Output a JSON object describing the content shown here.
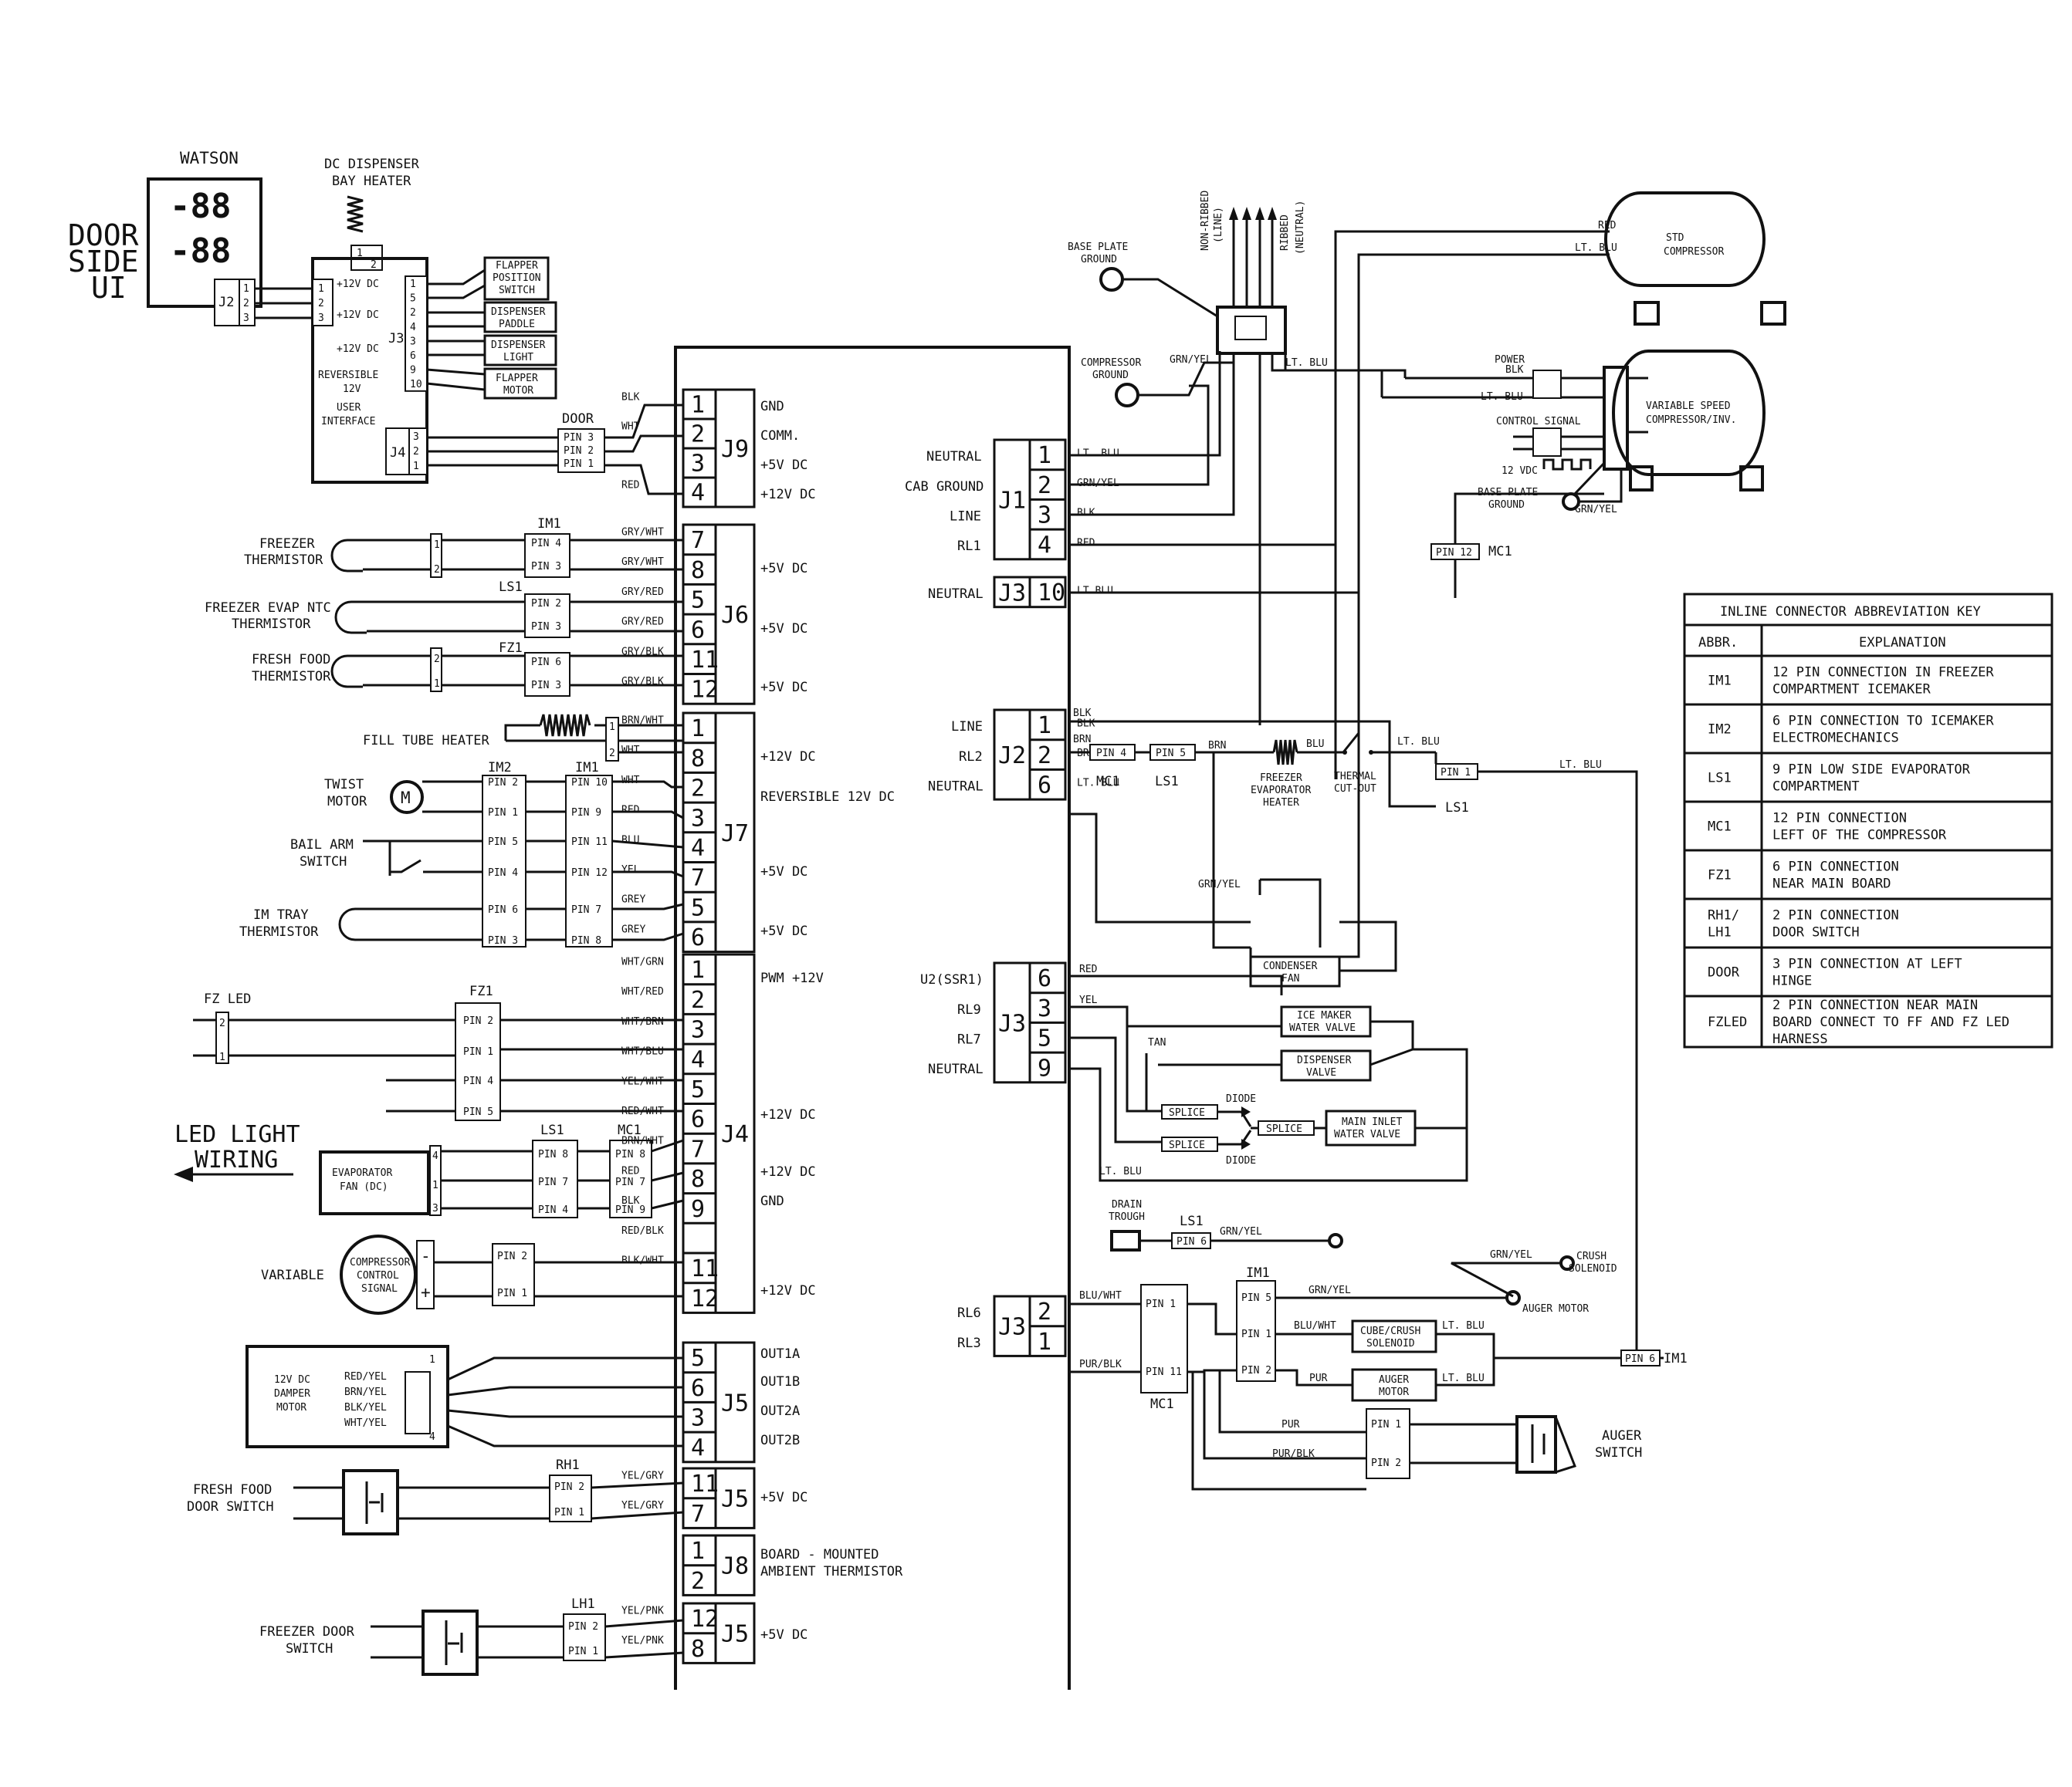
{
  "left_panel": {
    "door_side_ui": [
      "DOOR",
      "SIDE",
      "UI"
    ],
    "watson": "WATSON",
    "display_digits": [
      "-88",
      "-88"
    ],
    "ui_j2_label": "J2",
    "ui_j2_pins": [
      "1",
      "2",
      "3"
    ],
    "dispenser_heater": [
      "DC DISPENSER",
      "BAY HEATER"
    ],
    "ui_pin_labels": [
      "1",
      "2"
    ],
    "ui_board_left_pins": [
      "1",
      "2",
      "3"
    ],
    "ui_board_voltages": [
      "+12V DC",
      "+12V DC",
      "+12V DC"
    ],
    "ui_board_reversible": [
      "REVERSIBLE",
      "12V"
    ],
    "ui_board_label": [
      "USER",
      "INTERFACE"
    ],
    "ui_j3_label": "J3",
    "ui_j3_pins": [
      "1",
      "5",
      "2",
      "4",
      "3",
      "6",
      "9",
      "10"
    ],
    "ui_j4_label": "J4",
    "ui_j4_pins": [
      "3",
      "2",
      "1"
    ],
    "ui_devices": [
      [
        "FLAPPER",
        "POSITION",
        "SWITCH"
      ],
      [
        "DISPENSER",
        "PADDLE"
      ],
      [
        "DISPENSER",
        "LIGHT"
      ],
      [
        "FLAPPER",
        "MOTOR"
      ]
    ],
    "door_conn": "DOOR",
    "door_pins": [
      "PIN 3",
      "PIN 2",
      "PIN 1"
    ],
    "freezer_thermistor": [
      "FREEZER",
      "THERMISTOR"
    ],
    "im1": "IM1",
    "im1_pins_a": [
      "PIN 4",
      "PIN 3"
    ],
    "freezer_evap": [
      "FREEZER EVAP NTC",
      "THERMISTOR"
    ],
    "ls1": "LS1",
    "ls1_pins_a": [
      "PIN 2",
      "PIN 3"
    ],
    "fresh_food_thermistor": [
      "FRESH FOOD",
      "THERMISTOR"
    ],
    "fz1": "FZ1",
    "fz1_pins_a": [
      "PIN 6",
      "PIN 3"
    ],
    "fill_tube_heater": "FILL TUBE HEATER",
    "twist_motor": [
      "TWIST",
      "MOTOR"
    ],
    "motor_symbol": "M",
    "bail_arm": [
      "BAIL ARM",
      "SWITCH"
    ],
    "im_tray": [
      "IM TRAY",
      "THERMISTOR"
    ],
    "im2": "IM2",
    "im2_pins": [
      "PIN 2",
      "PIN 1",
      "PIN 5",
      "PIN 4",
      "PIN 6",
      "PIN 3"
    ],
    "im1_pins_b": [
      "PIN 10",
      "PIN 9",
      "PIN 11",
      "PIN 12",
      "PIN 7",
      "PIN 8"
    ],
    "fz_led": "FZ LED",
    "fz1_pins_b": [
      "PIN 2",
      "PIN 1",
      "PIN 4",
      "PIN 5"
    ],
    "led_light": [
      "LED LIGHT",
      "WIRING"
    ],
    "evap_fan": [
      "EVAPORATOR",
      "FAN (DC)"
    ],
    "evap_fan_pins": [
      "4",
      "1",
      "3"
    ],
    "ls1_pins_b": [
      "PIN 8",
      "PIN 7",
      "PIN 4"
    ],
    "mc1": "MC1",
    "mc1_pins_a": [
      "PIN 8",
      "PIN 7",
      "PIN 9"
    ],
    "variable": "VARIABLE",
    "compressor_control": [
      "COMPRESSOR",
      "CONTROL",
      "SIGNAL"
    ],
    "sig_polarity": [
      "-",
      "+"
    ],
    "variable_pins": [
      "PIN 2",
      "PIN 1"
    ],
    "damper_motor": [
      "12V DC",
      "DAMPER",
      "MOTOR"
    ],
    "damper_wires": [
      "RED/YEL",
      "BRN/YEL",
      "BLK/YEL",
      "WHT/YEL"
    ],
    "damper_pin_nums": [
      "1",
      "4"
    ],
    "fresh_food_door": [
      "FRESH FOOD",
      "DOOR SWITCH"
    ],
    "rh1": "RH1",
    "rh1_pins": [
      "PIN 2",
      "PIN 1"
    ],
    "freezer_door": [
      "FREEZER DOOR",
      "SWITCH"
    ],
    "lh1": "LH1",
    "lh1_pins": [
      "PIN 2",
      "PIN 1"
    ]
  },
  "main_board": {
    "left_connectors": [
      {
        "label": "J9",
        "pins": [
          "1",
          "2",
          "3",
          "4"
        ],
        "wires": [
          "BLK",
          "WHT",
          "",
          "RED"
        ],
        "desc": [
          "GND",
          "COMM.",
          "+5V DC",
          "+12V DC"
        ]
      },
      {
        "label": "J6",
        "pins": [
          "7",
          "8",
          "5",
          "6",
          "11",
          "12"
        ],
        "wires": [
          "GRY/WHT",
          "GRY/WHT",
          "GRY/RED",
          "GRY/RED",
          "GRY/BLK",
          "GRY/BLK"
        ],
        "desc": [
          "+5V DC",
          "+5V DC",
          "+5V DC"
        ]
      },
      {
        "label": "J7",
        "pins": [
          "1",
          "8",
          "2",
          "3",
          "4",
          "7",
          "5",
          "6"
        ],
        "wires": [
          "BRN/WHT",
          "WHT",
          "WHT",
          "RED",
          "BLU",
          "YEL",
          "GREY",
          "GREY"
        ],
        "desc": [
          "+12V DC",
          "REVERSIBLE 12V DC",
          "+5V DC",
          "+5V DC"
        ]
      },
      {
        "label": "J4",
        "pins": [
          "1",
          "2",
          "3",
          "4",
          "5",
          "6",
          "7",
          "8",
          "9",
          "",
          "11",
          "12"
        ],
        "wires": [
          "WHT/GRN",
          "WHT/RED",
          "WHT/BRN",
          "WHT/BLU",
          "YEL/WHT",
          "RED/WHT",
          "BRN/WHT",
          "RED",
          "BLK",
          "RED/BLK",
          "BLK/WHT"
        ],
        "desc": [
          "PWM +12V",
          "+12V DC",
          "+12V DC",
          "GND",
          "+12V DC"
        ]
      },
      {
        "label": "J5",
        "pins": [
          "5",
          "6",
          "3",
          "4"
        ],
        "desc": [
          "OUT1A",
          "OUT1B",
          "OUT2A",
          "OUT2B"
        ]
      },
      {
        "label": "J5",
        "pins": [
          "11",
          "7"
        ],
        "wires": [
          "YEL/GRY",
          "YEL/GRY"
        ],
        "desc": [
          "+5V DC"
        ]
      },
      {
        "label": "J8",
        "pins": [
          "1",
          "2"
        ],
        "desc": [
          "BOARD - MOUNTED",
          "AMBIENT THERMISTOR"
        ]
      },
      {
        "label": "J5",
        "pins": [
          "12",
          "8"
        ],
        "wires": [
          "YEL/PNK",
          "YEL/PNK"
        ],
        "desc": [
          "+5V DC"
        ]
      }
    ],
    "right_connectors": [
      {
        "label": "J1",
        "pins": [
          "1",
          "2",
          "3",
          "4"
        ],
        "names": [
          "NEUTRAL",
          "CAB GROUND",
          "LINE",
          "RL1"
        ],
        "wires": [
          "LT. BLU",
          "GRN/YEL",
          "BLK",
          "RED"
        ]
      },
      {
        "label": "J3",
        "pins": [
          "10"
        ],
        "names": [
          "NEUTRAL"
        ],
        "wires": [
          "LT.BLU"
        ]
      },
      {
        "label": "J2",
        "pins": [
          "1",
          "2",
          "6"
        ],
        "names": [
          "LINE",
          "RL2",
          "NEUTRAL"
        ],
        "wires": [
          "BLK",
          "BRN",
          "LT. BLU"
        ]
      },
      {
        "label": "J3",
        "pins": [
          "6",
          "3",
          "5",
          "9"
        ],
        "names": [
          "U2(SSR1)",
          "RL9",
          "RL7",
          "NEUTRAL"
        ],
        "wires": [
          "RED",
          "YEL"
        ]
      },
      {
        "label": "J3",
        "pins": [
          "2",
          "1"
        ],
        "names": [
          "RL6",
          "RL3"
        ],
        "wires": [
          "BLU/WHT",
          "PUR/BLK"
        ]
      }
    ]
  },
  "right_panel": {
    "non_ribbed": [
      "NON-RIBBED",
      "(LINE)"
    ],
    "ribbed": [
      "RIBBED",
      "(NEUTRAL)"
    ],
    "base_plate_ground": [
      "BASE PLATE",
      "GROUND"
    ],
    "compressor_ground": [
      "COMPRESSOR",
      "GROUND"
    ],
    "wire_grn_yel": "GRN/YEL",
    "wire_lt_blu": "LT. BLU",
    "wire_red": "RED",
    "wire_blk": "BLK",
    "wire_brn": "BRN",
    "wire_blu": "BLU",
    "wire_tan": "TAN",
    "wire_pur": "PUR",
    "wire_pur_blk": "PUR/BLK",
    "wire_blu_wht": "BLU/WHT",
    "std_compressor": [
      "STD",
      "COMPRESSOR"
    ],
    "power": "POWER",
    "control_signal": "CONTROL SIGNAL",
    "twelve_vdc": "12 VDC",
    "variable_compressor": [
      "VARIABLE SPEED",
      "COMPRESSOR/INV."
    ],
    "base_plate_ground_2": [
      "BASE PLATE",
      "GROUND"
    ],
    "pin12_mc1": "PIN 12",
    "mc1": "MC1",
    "pin4": "PIN 4",
    "pin5": "PIN 5",
    "pin1": "PIN 1",
    "ls1": "LS1",
    "freezer_evap_heater": [
      "FREEZER",
      "EVAPORATOR",
      "HEATER"
    ],
    "thermal_cutout": [
      "THERMAL",
      "CUT-OUT"
    ],
    "condenser_fan": [
      "CONDENSER",
      "FAN"
    ],
    "ice_maker_valve": [
      "ICE MAKER",
      "WATER VALVE"
    ],
    "dispenser_valve": [
      "DISPENSER",
      "VALVE"
    ],
    "splice": "SPLICE",
    "diode": "DIODE",
    "main_inlet": [
      "MAIN INLET",
      "WATER VALVE"
    ],
    "drain_trough": [
      "DRAIN",
      "TROUGH"
    ],
    "ls1_pin6": "PIN 6",
    "im1": "IM1",
    "im1_pins": [
      "PIN 5",
      "PIN 1",
      "PIN 2"
    ],
    "crush_solenoid": [
      "CRUSH",
      "SOLENOID"
    ],
    "auger_motor_gnd": "AUGER MOTOR",
    "cube_crush": [
      "CUBE/CRUSH",
      "SOLENOID"
    ],
    "auger_motor": [
      "AUGER",
      "MOTOR"
    ],
    "mc1_pins": [
      "PIN 1",
      "PIN 11"
    ],
    "auger_switch_pins": [
      "PIN 1",
      "PIN 2"
    ],
    "auger_switch": [
      "AUGER",
      "SWITCH"
    ],
    "pin6_im1": "PIN 6"
  },
  "key_table": {
    "title": "INLINE CONNECTOR ABBREVIATION KEY",
    "headers": [
      "ABBR.",
      "EXPLANATION"
    ],
    "rows": [
      {
        "abbr": [
          "IM1"
        ],
        "exp": [
          "12 PIN CONNECTION IN FREEZER",
          "COMPARTMENT ICEMAKER"
        ]
      },
      {
        "abbr": [
          "IM2"
        ],
        "exp": [
          "6 PIN CONNECTION TO ICEMAKER",
          "ELECTROMECHANICS"
        ]
      },
      {
        "abbr": [
          "LS1"
        ],
        "exp": [
          "9 PIN LOW SIDE EVAPORATOR",
          "COMPARTMENT"
        ]
      },
      {
        "abbr": [
          "MC1"
        ],
        "exp": [
          "12 PIN CONNECTION",
          "LEFT OF THE COMPRESSOR"
        ]
      },
      {
        "abbr": [
          "FZ1"
        ],
        "exp": [
          "6 PIN CONNECTION",
          "NEAR MAIN BOARD"
        ]
      },
      {
        "abbr": [
          "RH1/",
          "LH1"
        ],
        "exp": [
          "2 PIN CONNECTION",
          "DOOR SWITCH"
        ]
      },
      {
        "abbr": [
          "DOOR"
        ],
        "exp": [
          "3 PIN CONNECTION AT LEFT",
          "HINGE"
        ]
      },
      {
        "abbr": [
          "FZLED"
        ],
        "exp": [
          "2 PIN CONNECTION NEAR MAIN",
          "BOARD CONNECT TO FF AND FZ LED",
          "HARNESS"
        ]
      }
    ]
  },
  "colors": {
    "ink": "#111111",
    "paper": "#ffffff"
  }
}
